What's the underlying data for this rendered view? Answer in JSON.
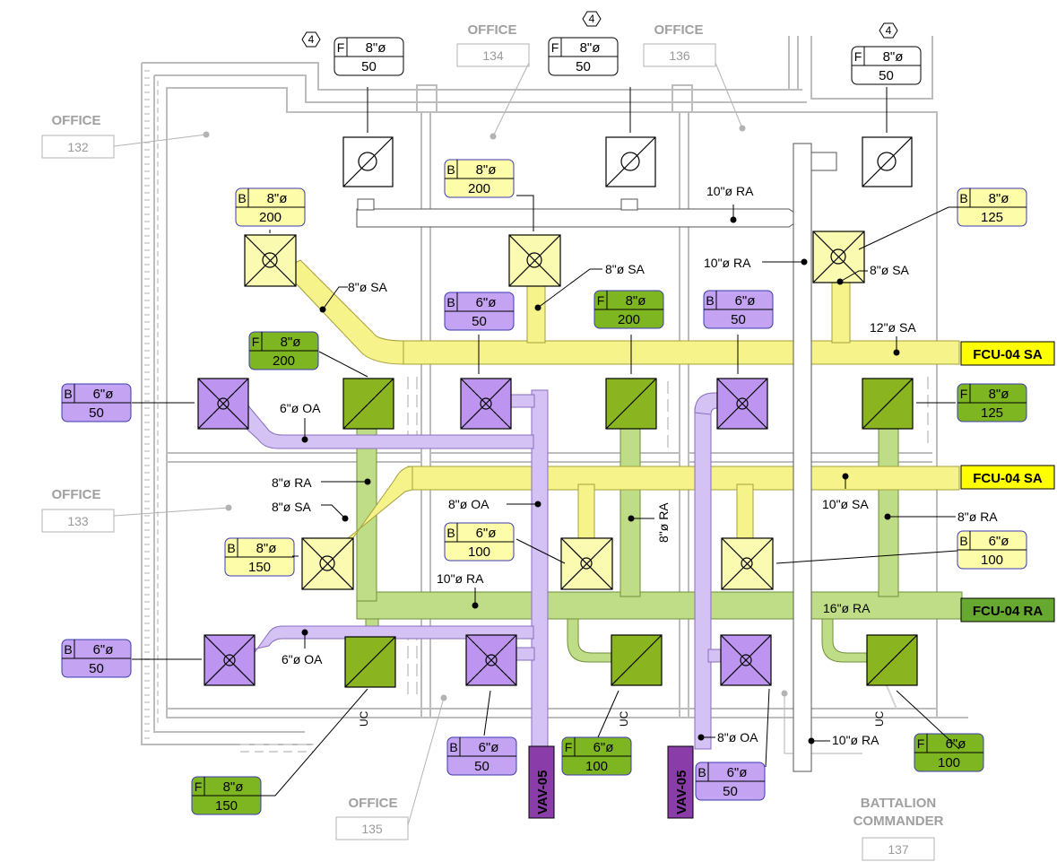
{
  "colors": {
    "supply": "#f6f38a",
    "supply_fill": "#fafab0",
    "return": "#bedd86",
    "return_fill": "#8ab521",
    "outside_air": "#d4c2f5",
    "oa_fill": "#bd94f0",
    "vav": "#8a3ca9",
    "wall": "#bdbdbd",
    "tag_green": "#7eb622",
    "tag_purple": "#c4a3f2",
    "tag_yellow": "#fdfca8",
    "eq_yellow": "#ffff00",
    "eq_green": "#66a830"
  },
  "rooms": [
    {
      "name": "OFFICE",
      "number": "132"
    },
    {
      "name": "OFFICE",
      "number": "134"
    },
    {
      "name": "OFFICE",
      "number": "136"
    },
    {
      "name": "OFFICE",
      "number": "133"
    },
    {
      "name": "OFFICE",
      "number": "135"
    },
    {
      "name": "BATTALION",
      "name2": "COMMANDER",
      "number": "137"
    }
  ],
  "notes": [
    "4",
    "4",
    "4"
  ],
  "tags": [
    {
      "letter": "F",
      "size": "8\"ø",
      "cfm": "50"
    },
    {
      "letter": "F",
      "size": "8\"ø",
      "cfm": "50"
    },
    {
      "letter": "F",
      "size": "8\"ø",
      "cfm": "50"
    },
    {
      "letter": "B",
      "size": "8\"ø",
      "cfm": "200"
    },
    {
      "letter": "B",
      "size": "8\"ø",
      "cfm": "200"
    },
    {
      "letter": "B",
      "size": "8\"ø",
      "cfm": "125"
    },
    {
      "letter": "B",
      "size": "6\"ø",
      "cfm": "50"
    },
    {
      "letter": "F",
      "size": "8\"ø",
      "cfm": "200"
    },
    {
      "letter": "B",
      "size": "6\"ø",
      "cfm": "50"
    },
    {
      "letter": "F",
      "size": "8\"ø",
      "cfm": "200"
    },
    {
      "letter": "B",
      "size": "6\"ø",
      "cfm": "50"
    },
    {
      "letter": "F",
      "size": "8\"ø",
      "cfm": "125"
    },
    {
      "letter": "B",
      "size": "8\"ø",
      "cfm": "150"
    },
    {
      "letter": "B",
      "size": "6\"ø",
      "cfm": "100"
    },
    {
      "letter": "B",
      "size": "6\"ø",
      "cfm": "100"
    },
    {
      "letter": "B",
      "size": "6\"ø",
      "cfm": "50"
    },
    {
      "letter": "B",
      "size": "6\"ø",
      "cfm": "50"
    },
    {
      "letter": "F",
      "size": "6\"ø",
      "cfm": "100"
    },
    {
      "letter": "B",
      "size": "6\"ø",
      "cfm": "50"
    },
    {
      "letter": "F",
      "size": "6\"ø",
      "cfm": "100"
    },
    {
      "letter": "F",
      "size": "8\"ø",
      "cfm": "150"
    }
  ],
  "duct_labels": [
    "10\"ø RA",
    "10\"ø RA",
    "8\"ø SA",
    "8\"ø SA",
    "8\"ø SA",
    "12\"ø SA",
    "6\"ø OA",
    "8\"ø RA",
    "8\"ø SA",
    "8\"ø OA",
    "8\"ø RA",
    "10\"ø SA",
    "8\"ø RA",
    "10\"ø RA",
    "16\"ø RA",
    "6\"ø OA",
    "8\"ø OA",
    "10\"ø RA"
  ],
  "equipment": [
    {
      "label": "FCU-04 SA"
    },
    {
      "label": "FCU-04 SA"
    },
    {
      "label": "FCU-04 RA"
    },
    {
      "label": "VAV-05"
    },
    {
      "label": "VAV-05"
    }
  ],
  "uc_label": "UC"
}
